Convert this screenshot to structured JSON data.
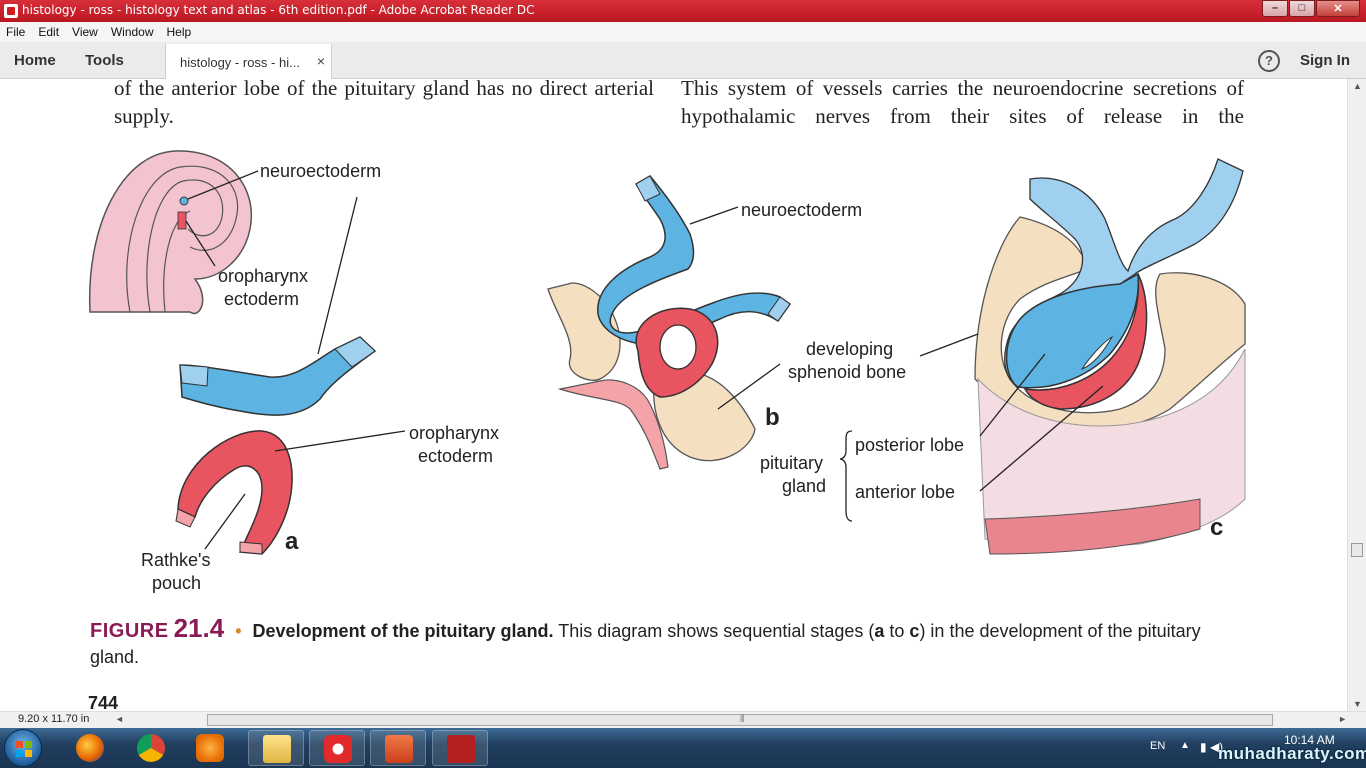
{
  "window": {
    "title": "histology - ross - histology text and atlas - 6th edition.pdf - Adobe Acrobat Reader DC",
    "minimize": "–",
    "maximize": "□",
    "close": "✕"
  },
  "menu": [
    "File",
    "Edit",
    "View",
    "Window",
    "Help"
  ],
  "toolbar": {
    "home": "Home",
    "tools": "Tools",
    "doc_tab": "histology - ross - hi...",
    "doc_tab_close": "×",
    "help": "?",
    "sign_in": "Sign In"
  },
  "page": {
    "left_text": "of the anterior lobe of the pituitary gland has no direct arterial supply.",
    "right_text": "This system of vessels carries the neuroendocrine secretions of hypothalamic nerves from their sites of release in the",
    "figure_labels": {
      "neuroectoderm_a": "neuroectoderm",
      "oropharynx_small_1": "oropharynx",
      "oropharynx_small_2": "ectoderm",
      "oropharynx_mid_1": "oropharynx",
      "oropharynx_mid_2": "ectoderm",
      "rathke_1": "Rathke's",
      "rathke_2": "pouch",
      "panel_a": "a",
      "neuroectoderm_b": "neuroectoderm",
      "sphenoid_1": "developing",
      "sphenoid_2": "sphenoid bone",
      "panel_b": "b",
      "pituitary_1": "pituitary",
      "pituitary_2": "gland",
      "posterior_lobe": "posterior lobe",
      "anterior_lobe": "anterior lobe",
      "panel_c": "c"
    },
    "caption": {
      "figure_word": "FIGURE",
      "figure_number": "21.4",
      "bullet": "•",
      "bold_title": "Development of the pituitary gland.",
      "text_1": " This diagram shows sequential stages (",
      "bold_a": "a",
      "text_2": " to ",
      "bold_c": "c",
      "text_3": ") in the development of the pituitary gland."
    },
    "page_number": "744"
  },
  "status": {
    "page_size": "9.20 x 11.70 in"
  },
  "taskbar": {
    "apps": [
      "start-orb",
      "firefox",
      "chrome",
      "media-player",
      "file-explorer",
      "app-red",
      "powerpoint",
      "acrobat"
    ],
    "language": "EN",
    "clock_time": "10:14 AM",
    "watermark": "muhadharaty.com"
  },
  "colors": {
    "titlebar": "#c8202a",
    "neuro_blue": "#5db3e1",
    "oropharynx_red": "#e8545f",
    "bone_tan": "#f5dfc1",
    "pink_tissue": "#f3c3cf",
    "figure_magenta": "#8a1b55"
  }
}
